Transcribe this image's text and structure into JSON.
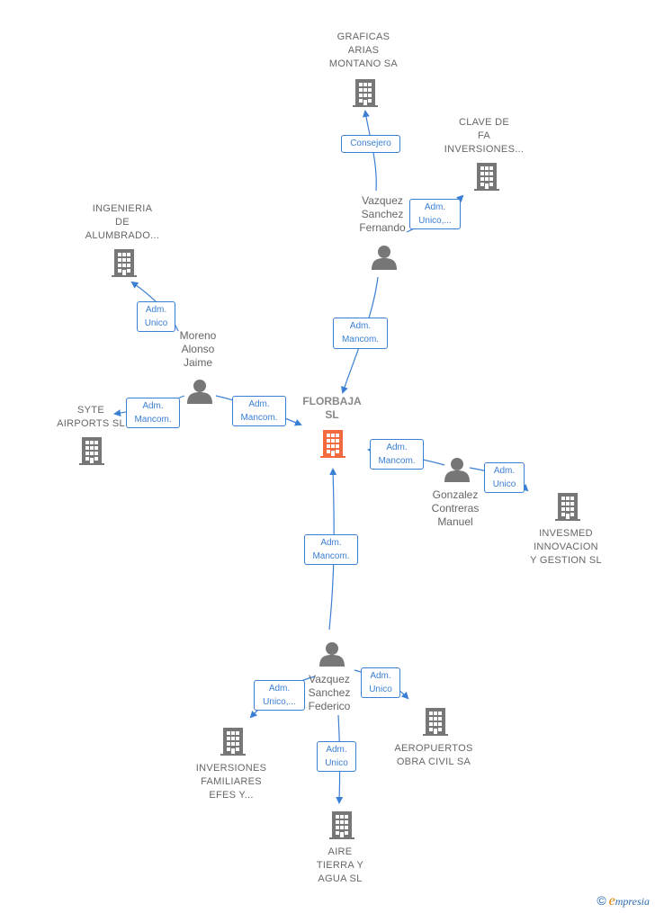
{
  "colors": {
    "edge": "#3b7fd4",
    "node": "#777777",
    "main_node": "#f26a3d"
  },
  "nodes": {
    "florbaja": "FLORBAJA\nSL",
    "graficas": "GRAFICAS\nARIAS\nMONTANO SA",
    "clave": "CLAVE DE\nFA\nINVERSIONES...",
    "ingenieria": "INGENIERIA\nDE\nALUMBRADO...",
    "syte": "SYTE\nAIRPORTS  SL",
    "invesmed": "INVESMED\nINNOVACION\nY GESTION  SL",
    "inversiones": "INVERSIONES\nFAMILIARES\nEFES Y...",
    "aeropuertos": "AEROPUERTOS\nOBRA CIVIL SA",
    "aire": "AIRE\nTIERRA Y\nAGUA  SL",
    "fernando": "Vazquez\nSanchez\nFernando",
    "moreno": "Moreno\nAlonso\nJaime",
    "gonzalez": "Gonzalez\nContreras\nManuel",
    "federico": "Vazquez\nSanchez\nFederico"
  },
  "edges": {
    "consejero": "Consejero",
    "fernando_clave": "Adm.\nUnico,...",
    "fernando_florbaja": "Adm.\nMancom.",
    "moreno_ingenieria": "Adm.\nUnico",
    "moreno_syte": "Adm.\nMancom.",
    "moreno_florbaja": "Adm.\nMancom.",
    "gonzalez_florbaja": "Adm.\nMancom.",
    "gonzalez_invesmed": "Adm.\nUnico",
    "federico_florbaja": "Adm.\nMancom.",
    "federico_inversiones": "Adm.\nUnico,...",
    "federico_aeropuertos": "Adm.\nUnico",
    "federico_aire": "Adm.\nUnico"
  },
  "brand": {
    "copyright": "©",
    "e": "e",
    "rest": "mpresia"
  }
}
